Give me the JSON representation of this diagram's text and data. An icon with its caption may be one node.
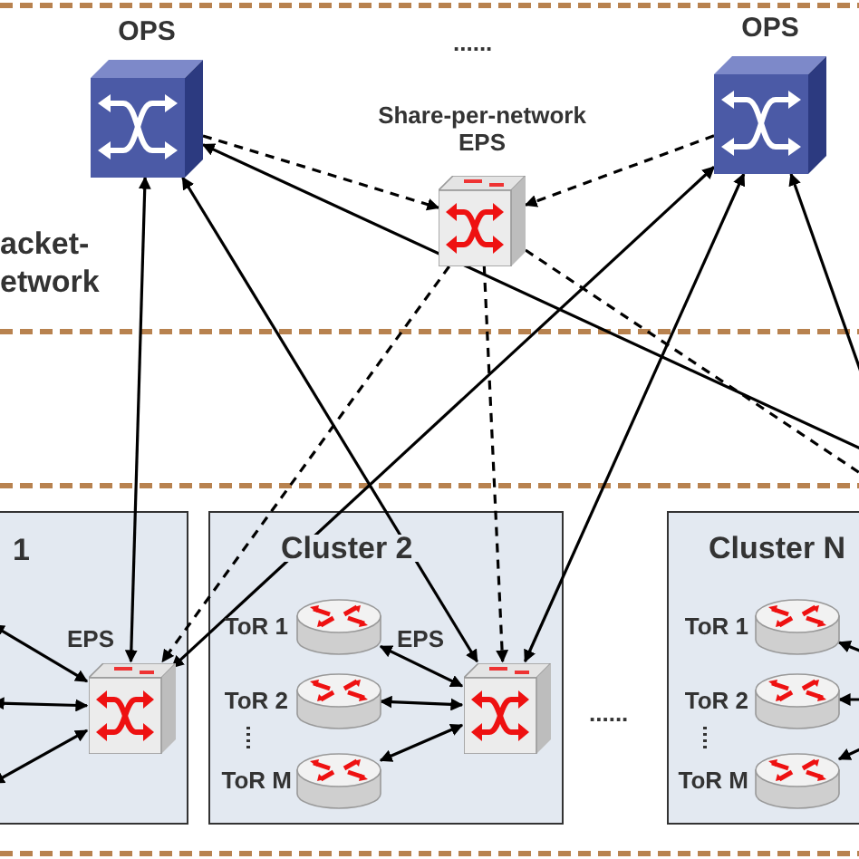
{
  "diagram": {
    "nodes": [
      {
        "text": [
          "OPS"
        ]
      },
      {
        "text": [
          "OPS"
        ]
      },
      {
        "text": [
          "Share-per-network EPS"
        ]
      },
      {
        "text": [
          "1"
        ]
      },
      {
        "text": [
          "EPS"
        ],
        "in": 3
      },
      {
        "text": [
          "Cluster 2"
        ]
      },
      {
        "text": [
          "ToR 1"
        ],
        "in": 5
      },
      {
        "text": [
          "ToR 2"
        ],
        "in": 5
      },
      {
        "text": [
          "ToR M"
        ],
        "in": 5
      },
      {
        "text": [
          "EPS"
        ],
        "in": 5
      },
      {
        "text": [
          "Cluster N"
        ]
      },
      {
        "text": [
          "ToR 1"
        ],
        "in": 10
      },
      {
        "text": [
          "ToR 2"
        ],
        "in": 10
      },
      {
        "text": [
          "ToR M"
        ],
        "in": 10
      }
    ],
    "edges": [
      {
        "from": 0,
        "to": 4,
        "arrow": "both"
      },
      {
        "from": 0,
        "to": 9,
        "arrow": "both"
      },
      {
        "from": null,
        "to": 0,
        "arrow": "to"
      },
      {
        "from": 1,
        "to": 4,
        "arrow": "both"
      },
      {
        "from": 1,
        "to": 9,
        "arrow": "both"
      },
      {
        "from": null,
        "to": 1,
        "arrow": "to"
      },
      {
        "from": 0,
        "to": 2,
        "arrow": "to",
        "style": "dashed"
      },
      {
        "from": 1,
        "to": 2,
        "arrow": "to",
        "style": "dashed"
      },
      {
        "from": 2,
        "to": 4,
        "arrow": "to",
        "style": "dashed"
      },
      {
        "from": 2,
        "to": 9,
        "arrow": "to",
        "style": "dashed"
      },
      {
        "from": 2,
        "to": null,
        "arrow": "none",
        "style": "dashed"
      },
      {
        "from": null,
        "to": 4,
        "arrow": "both"
      },
      {
        "from": null,
        "to": 4,
        "arrow": "both"
      },
      {
        "from": null,
        "to": 4,
        "arrow": "both"
      },
      {
        "from": 9,
        "to": 6,
        "arrow": "both"
      },
      {
        "from": 9,
        "to": 7,
        "arrow": "both"
      },
      {
        "from": 9,
        "to": 8,
        "arrow": "both"
      },
      {
        "from": null,
        "to": 11,
        "arrow": "to"
      },
      {
        "from": null,
        "to": 12,
        "arrow": "to"
      },
      {
        "from": null,
        "to": 13,
        "arrow": "to"
      }
    ],
    "labels": [
      "......",
      "acket- etwork",
      "......"
    ]
  }
}
